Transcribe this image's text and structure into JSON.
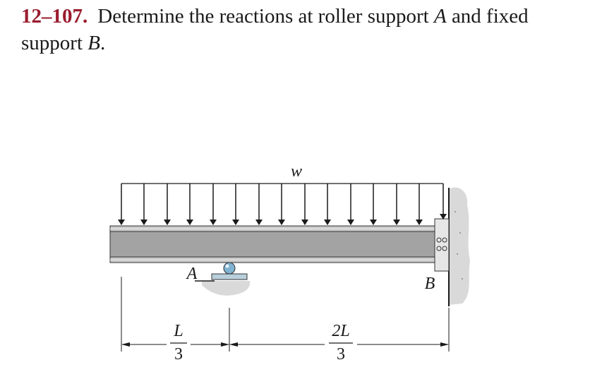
{
  "problem": {
    "number": "12–107.",
    "text_part1": "Determine the reactions at roller support ",
    "var_a": "A",
    "text_part2": " and fixed support ",
    "var_b": "B",
    "text_part3": "."
  },
  "figure": {
    "load_label": "w",
    "support_a_label": "A",
    "support_b_label": "B",
    "dim_left_numerator": "L",
    "dim_left_denominator": "3",
    "dim_right_numerator": "2L",
    "dim_right_denominator": "3"
  },
  "colors": {
    "number": "#9a1c2e",
    "beam_web": "#a3a3a3",
    "beam_flange": "#c8c8c8",
    "roller": "#7fb2d1",
    "ground": "#d9d9d9"
  }
}
